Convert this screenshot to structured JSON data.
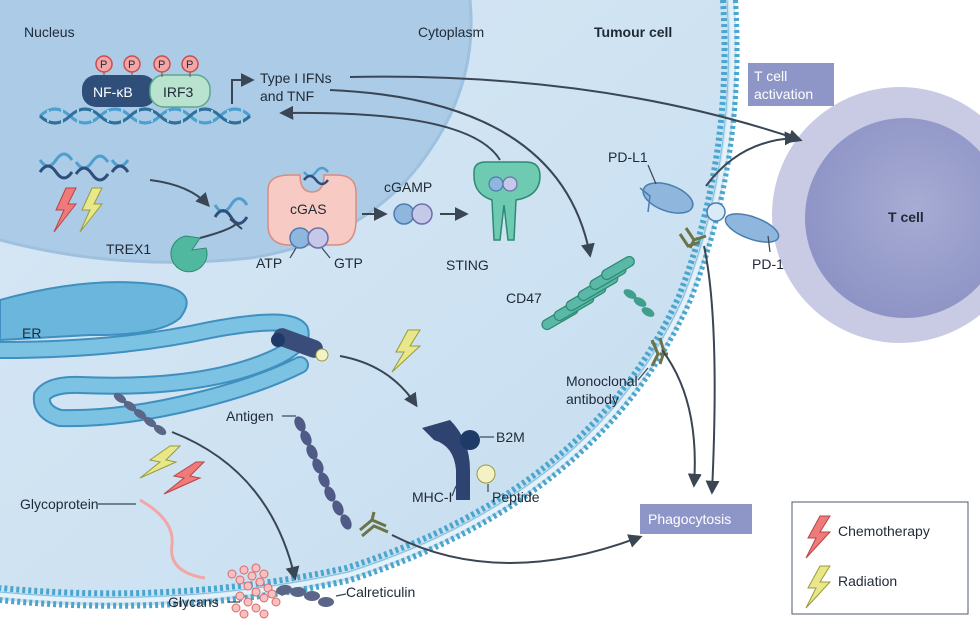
{
  "labels": {
    "nucleus": "Nucleus",
    "cytoplasm": "Cytoplasm",
    "tumour_cell": "Tumour cell",
    "t_cell": "T cell",
    "nfkb": "NF-κB",
    "irf3": "IRF3",
    "phospho": "P",
    "type1_ifns_line1": "Type I IFNs",
    "type1_ifns_line2": "and TNF",
    "t_cell_activation_line1": "T cell",
    "t_cell_activation_line2": "activation",
    "trex1": "TREX1",
    "cgas": "cGAS",
    "atp": "ATP",
    "gtp": "GTP",
    "cgamp": "cGAMP",
    "sting": "STING",
    "pd_l1": "PD-L1",
    "pd_1": "PD-1",
    "cd47": "CD47",
    "er": "ER",
    "monoclonal_line1": "Monoclonal",
    "monoclonal_line2": "antibody",
    "antigen": "Antigen",
    "b2m": "B2M",
    "mhc1": "MHC-I",
    "peptide": "Peptide",
    "glycoprotein": "Glycoprotein",
    "glycans": "Glycans",
    "calreticulin": "Calreticulin",
    "phagocytosis": "Phagocytosis"
  },
  "legend": {
    "items": [
      {
        "label": "Chemotherapy",
        "icon": "bolt-red"
      },
      {
        "label": "Radiation",
        "icon": "bolt-yellow"
      }
    ]
  },
  "colors": {
    "cytoplasm": "#cfe3f2",
    "nucleus": "#aacbe6",
    "membrane_head": "#4aa6cf",
    "tcell_outer": "#c7c9e3",
    "tcell_inner": "#9a9fcb",
    "label_box": "#8e96c8",
    "teal_protein": "#4fb89f",
    "chemo": "#f07a7a",
    "radiation": "#e8e88a"
  }
}
